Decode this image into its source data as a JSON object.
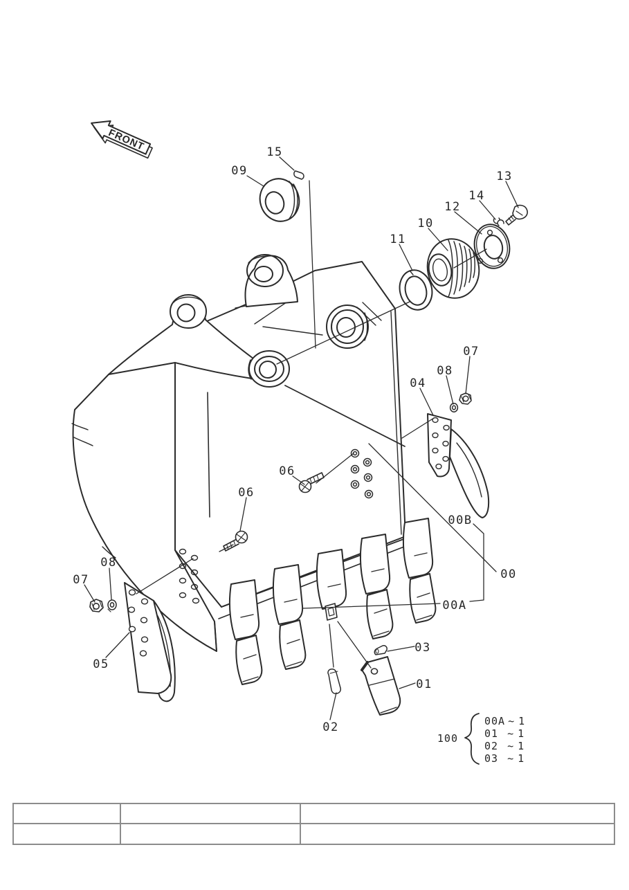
{
  "page": {
    "background": "#ffffff",
    "line_color": "#2b2b2b"
  },
  "diagram": {
    "front_label": "FRONT",
    "callouts": {
      "c15": {
        "label": "15"
      },
      "c09": {
        "label": "09"
      },
      "c13": {
        "label": "13"
      },
      "c14": {
        "label": "14"
      },
      "c12": {
        "label": "12"
      },
      "c10": {
        "label": "10"
      },
      "c11": {
        "label": "11"
      },
      "c07_right": {
        "label": "07"
      },
      "c08_right": {
        "label": "08"
      },
      "c04": {
        "label": "04"
      },
      "c06_upper": {
        "label": "06"
      },
      "c06_lower": {
        "label": "06"
      },
      "c08_left": {
        "label": "08"
      },
      "c07_left": {
        "label": "07"
      },
      "c05": {
        "label": "05"
      },
      "c00B": {
        "label": "00B"
      },
      "c00": {
        "label": "00"
      },
      "c00A": {
        "label": "00A"
      },
      "c03": {
        "label": "03"
      },
      "c01": {
        "label": "01"
      },
      "c02": {
        "label": "02"
      }
    },
    "group_100": {
      "label": "100",
      "items": [
        {
          "part": "00A",
          "sep": "~",
          "qty": "1"
        },
        {
          "part": "01",
          "sep": "~",
          "qty": "1"
        },
        {
          "part": "02",
          "sep": "~",
          "qty": "1"
        },
        {
          "part": "03",
          "sep": "~",
          "qty": "1"
        }
      ]
    }
  },
  "footer_table": {
    "rows": [
      [
        "",
        "",
        ""
      ],
      [
        "",
        "",
        ""
      ]
    ]
  }
}
